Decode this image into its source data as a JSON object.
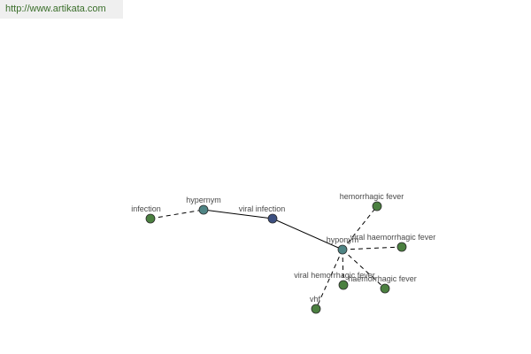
{
  "banner": {
    "url_text": "http://www.artikata.com",
    "color": "#3a6e2a"
  },
  "graph": {
    "colors": {
      "center_node": "#3c4f80",
      "relation_node": "#4f8585",
      "term_node": "#4b8040",
      "edge": "#000000"
    },
    "nodes": [
      {
        "id": "viral-infection",
        "label": "viral infection",
        "kind": "center"
      },
      {
        "id": "hypernym",
        "label": "hypernym",
        "kind": "relation"
      },
      {
        "id": "infection",
        "label": "infection",
        "kind": "term"
      },
      {
        "id": "hyponym",
        "label": "hyponym",
        "kind": "relation"
      },
      {
        "id": "hemorrhagic-fever",
        "label": "hemorrhagic fever",
        "kind": "term"
      },
      {
        "id": "viral-haemorrhagic-fever",
        "label": "viral haemorrhagic fever",
        "kind": "term"
      },
      {
        "id": "viral-hemorrhagic-fever",
        "label": "viral hemorrhagic fever",
        "kind": "term"
      },
      {
        "id": "haemorrhagic-fever",
        "label": "haemorrhagic fever",
        "kind": "term"
      },
      {
        "id": "vhf",
        "label": "vhf",
        "kind": "term"
      }
    ],
    "edges": [
      {
        "from": "hypernym",
        "to": "viral-infection",
        "style": "solid"
      },
      {
        "from": "viral-infection",
        "to": "hyponym",
        "style": "solid"
      },
      {
        "from": "infection",
        "to": "hypernym",
        "style": "dashed"
      },
      {
        "from": "hyponym",
        "to": "hemorrhagic-fever",
        "style": "dashed"
      },
      {
        "from": "hyponym",
        "to": "viral-haemorrhagic-fever",
        "style": "dashed"
      },
      {
        "from": "hyponym",
        "to": "viral-hemorrhagic-fever",
        "style": "dashed"
      },
      {
        "from": "hyponym",
        "to": "haemorrhagic-fever",
        "style": "dashed"
      },
      {
        "from": "hyponym",
        "to": "vhf",
        "style": "dashed"
      }
    ]
  }
}
